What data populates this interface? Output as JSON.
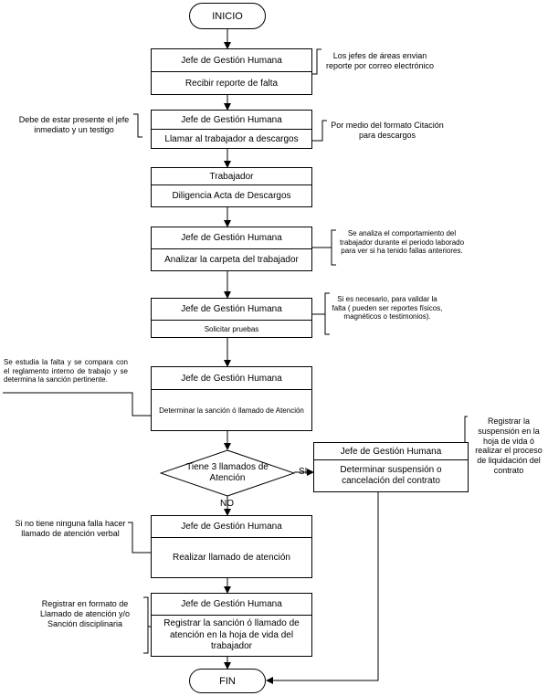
{
  "start": "INICIO",
  "end": "FIN",
  "steps": [
    {
      "role": "Jefe de Gestión Humana",
      "action": "Recibir reporte de falta"
    },
    {
      "role": "Jefe de Gestión Humana",
      "action": "Llamar al trabajador a descargos"
    },
    {
      "role": "Trabajador",
      "action": "Diligencia Acta de Descargos"
    },
    {
      "role": "Jefe de Gestión Humana",
      "action": "Analizar la carpeta del trabajador"
    },
    {
      "role": "Jefe de Gestión Humana",
      "action": "Solicitar pruebas"
    },
    {
      "role": "Jefe de Gestión Humana",
      "action": "Determinar la sanción ó llamado de Atención"
    },
    {
      "role": "Jefe de Gestión Humana",
      "action": "Realizar llamado de atención"
    },
    {
      "role": "Jefe de Gestión Humana",
      "action": "Registrar la sanción ó llamado de atención en la hoja de vida del trabajador"
    }
  ],
  "decision": {
    "question": "Tiene 3 llamados de Atención",
    "yes_label": "SI",
    "no_label": "NO"
  },
  "side_step": {
    "role": "Jefe de Gestión Humana",
    "action": "Determinar suspensión o cancelación del contrato"
  },
  "notes": {
    "email_report": "Los jefes de áreas envian reporte por correo electrónico",
    "witness": "Debe de estar presente el jefe inmediato y un testigo",
    "format": "Por medio del formato Citación para descargos",
    "behavior": "Se analiza el comportamiento del trabajador durante el periodo laborado para ver si ha tenido fallas anteriores.",
    "evidence": "Si es necesario, para validar la falta ( pueden ser reportes físicos, magnéticos o testimonios).",
    "regulation": "Se estudia la falta y se compara con el reglamento interno de trabajo y se determina la sanción pertinente.",
    "suspension_record": "Registrar la suspensión en la hoja de vida ó realizar el proceso de liquidación del contrato",
    "verbal": "Si no tiene ninguna falla hacer llamado de atención verbal",
    "format_record": "Registrar en formato de Llamado de atención y/o Sanción disciplinaria"
  }
}
